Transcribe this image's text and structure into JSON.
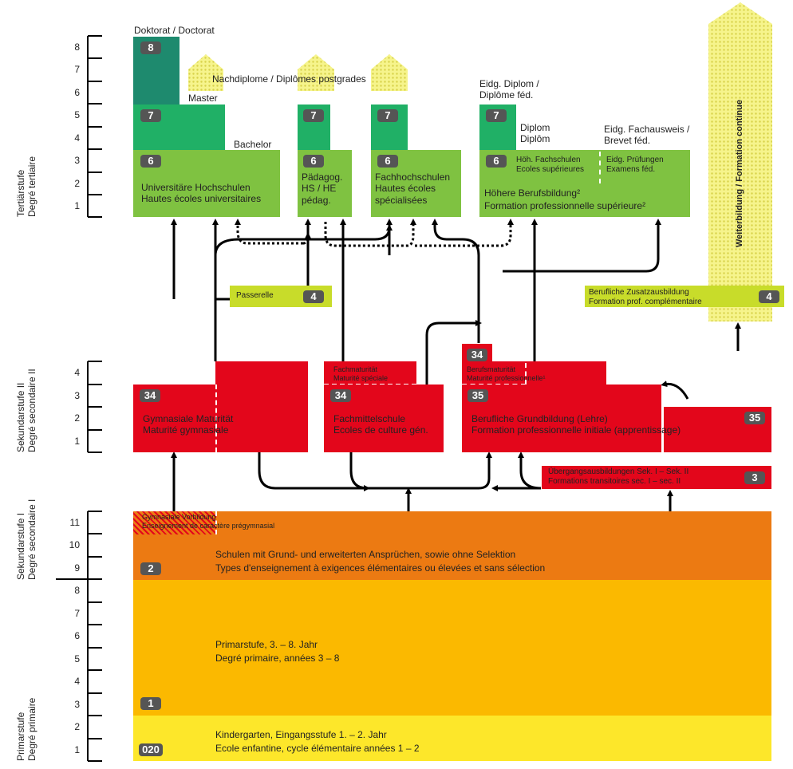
{
  "axis": {
    "tertiary": [
      "Tertiärstufe",
      "Degré tertiaire"
    ],
    "secondary2": [
      "Sekundarstufe II",
      "Degré secondaire II"
    ],
    "secondary1": [
      "Sekundarstufe I",
      "Degré secondaire I"
    ],
    "primary": [
      "Primarstufe",
      "Degré primaire"
    ],
    "tertiary_ticks": [
      "8",
      "7",
      "6",
      "5",
      "4",
      "3",
      "2",
      "1"
    ],
    "secondary2_ticks": [
      "4",
      "3",
      "2",
      "1"
    ],
    "secondary1_ticks": [
      "11",
      "10",
      "9"
    ],
    "primary_ticks": [
      "8",
      "7",
      "6",
      "5",
      "4",
      "3",
      "2",
      "1"
    ]
  },
  "labels": {
    "doktorat": "Doktorat / Doctorat",
    "master": "Master",
    "nachdiplome": "Nachdiplome / Diplômes postgrades",
    "bachelor": "Bachelor",
    "eidg_diplom": [
      "Eidg. Diplom /",
      "Diplôme féd."
    ],
    "diplom": [
      "Diplom",
      "Diplôm"
    ],
    "fachausweis": [
      "Eidg. Fachausweis /",
      "Brevet féd."
    ],
    "weiterbildung": "Weiterbildung / Formation continue"
  },
  "tertiary": {
    "uni": [
      "Universitäre Hochschulen",
      "Hautes écoles universitaires"
    ],
    "ph": [
      "Pädagog.",
      "HS / HE",
      "pédag."
    ],
    "fh": [
      "Fachhochschulen",
      "Hautes écoles",
      "spécialisées"
    ],
    "hf": [
      "Höh. Fachschulen",
      "Ecoles supérieures"
    ],
    "pruef": [
      "Eidg. Prüfungen",
      "Examens féd."
    ],
    "hbb": [
      "Höhere Berufsbildung²",
      "Formation professionnelle supérieure²"
    ]
  },
  "passerelle": "Passerelle",
  "zusatz": [
    "Berufliche Zusatzausbildung",
    "Formation prof. complémentaire"
  ],
  "secondary2": {
    "gym": [
      "Gymnasiale Maturität",
      "Maturité gymnasiale"
    ],
    "fachmat": [
      "Fachmaturität",
      "Maturité spéciale"
    ],
    "fms": [
      "Fachmittelschule",
      "Ecoles de culture gén."
    ],
    "berufsmat": [
      "Berufsmaturität",
      "Maturité professionnelle¹"
    ],
    "lehre": [
      "Berufliche Grundbildung (Lehre)",
      "Formation professionnelle initiale (apprentissage)"
    ]
  },
  "uebergang": [
    "Übergangsausbildungen Sek. I – Sek. II",
    "Formations transitoires sec. I – sec. II"
  ],
  "secondary1": {
    "gymvor": [
      "Gymnasiale Vorbildung",
      "Enseignement de caractère prégymnasial"
    ],
    "schulen": [
      "Schulen mit Grund- und erweiterten Ansprüchen, sowie ohne Selektion",
      "Types d'enseignement à exigences élémentaires ou élevées et sans sélection"
    ]
  },
  "primary": {
    "prim": [
      "Primarstufe, 3. – 8. Jahr",
      "Degré primaire, années 3 – 8"
    ],
    "kg": [
      "Kindergarten, Eingangsstufe 1. – 2. Jahr",
      "Ecole enfantine, cycle élémentaire années 1 – 2"
    ]
  },
  "badges": {
    "b8": "8",
    "b7": "7",
    "b6": "6",
    "b4": "4",
    "b34": "34",
    "b35": "35",
    "b3": "3",
    "b2": "2",
    "b1": "1",
    "b020": "020"
  },
  "colors": {
    "dark_teal": "#1e8a6e",
    "green": "#20b066",
    "light_green": "#7fc241",
    "yellow_green": "#c8dc2a",
    "dotted_yellow": "#f2f06a",
    "red": "#e3061b",
    "orange": "#ec7a12",
    "light_orange": "#fbb900",
    "yellow": "#fde72a"
  }
}
